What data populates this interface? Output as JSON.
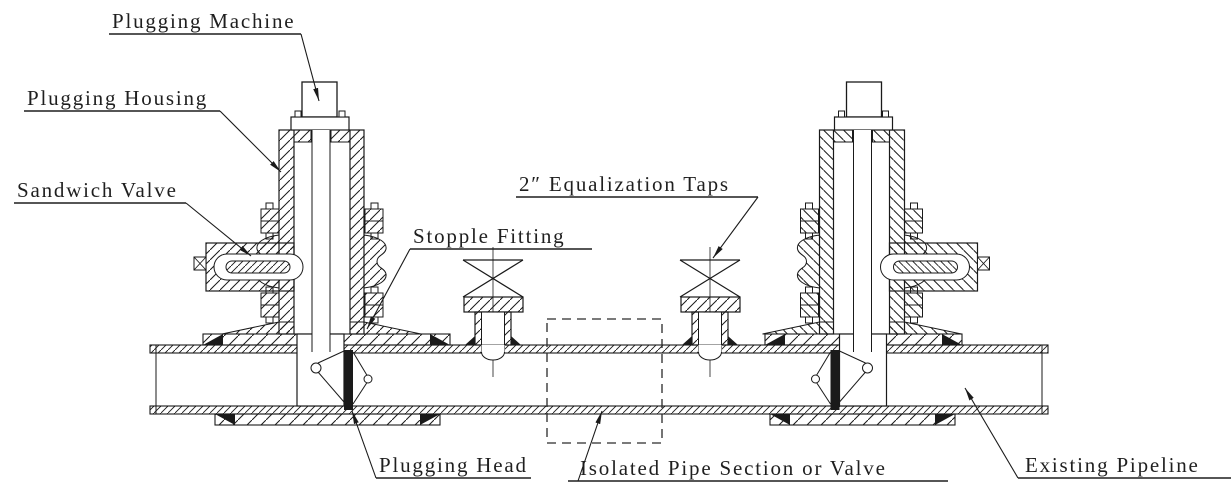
{
  "page": {
    "background": "#ffffff",
    "line_color": "#1a1a1a",
    "text_color": "#1f1f1f"
  },
  "labels": {
    "plugging_machine": "Plugging Machine",
    "plugging_housing": "Plugging Housing",
    "sandwich_valve": "Sandwich Valve",
    "stopple_fitting": "Stopple Fitting",
    "equalization_taps": "2″ Equalization Taps",
    "plugging_head": "Plugging Head",
    "isolated_pipe_section": "Isolated Pipe Section or Valve",
    "existing_pipeline": "Existing Pipeline"
  }
}
